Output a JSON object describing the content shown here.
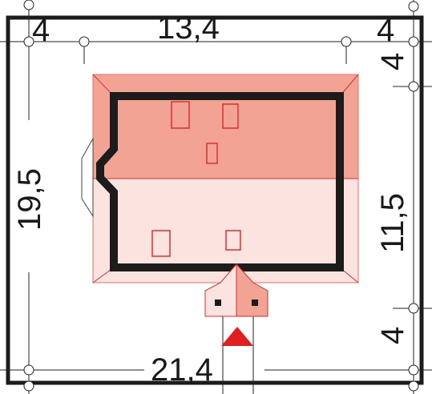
{
  "dimensions": {
    "top_left_setback": "4",
    "top_width": "13,4",
    "top_right_setback": "4",
    "right_top_setback": "4",
    "left_depth": "19,5",
    "right_depth": "11,5",
    "right_bottom_setback": "4",
    "bottom_width": "21,4"
  },
  "colors": {
    "roof_dark": "#f2a394",
    "roof_light": "#fbe4df",
    "wall": "#1c1c1c",
    "window_outline": "#e03030",
    "entrance_arrow": "#e02020",
    "plot_border": "#1c1c1c"
  },
  "icons": {
    "entrance": "entrance-arrow-icon",
    "chimney": "chimney-icon"
  }
}
